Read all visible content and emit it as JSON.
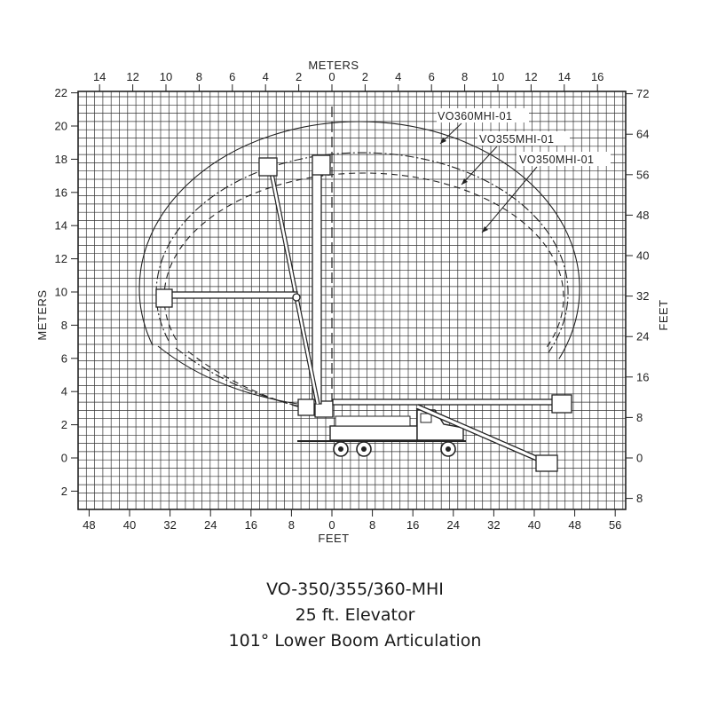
{
  "axes": {
    "top_title": "METERS",
    "bottom_title": "FEET",
    "left_title": "METERS",
    "right_title": "FEET",
    "top_ticks": [
      "14",
      "12",
      "10",
      "8",
      "6",
      "4",
      "2",
      "0",
      "2",
      "4",
      "6",
      "8",
      "10",
      "12",
      "14",
      "16"
    ],
    "top_tick_values_m": [
      -14,
      -12,
      -10,
      -8,
      -6,
      -4,
      -2,
      0,
      2,
      4,
      6,
      8,
      10,
      12,
      14,
      16
    ],
    "bottom_ticks": [
      "48",
      "40",
      "32",
      "24",
      "16",
      "8",
      "0",
      "8",
      "16",
      "24",
      "32",
      "40",
      "48",
      "56"
    ],
    "bottom_tick_values_ft": [
      -48,
      -40,
      -32,
      -24,
      -16,
      -8,
      0,
      8,
      16,
      24,
      32,
      40,
      48,
      56
    ],
    "left_ticks": [
      "22",
      "20",
      "18",
      "16",
      "14",
      "12",
      "10",
      "8",
      "6",
      "4",
      "2",
      "0",
      "2"
    ],
    "left_tick_values_m": [
      22,
      20,
      18,
      16,
      14,
      12,
      10,
      8,
      6,
      4,
      2,
      0,
      -2
    ],
    "right_ticks": [
      "72",
      "64",
      "56",
      "48",
      "40",
      "32",
      "24",
      "16",
      "8",
      "0",
      "8"
    ],
    "right_tick_values_ft": [
      72,
      64,
      56,
      48,
      40,
      32,
      24,
      16,
      8,
      0,
      -8
    ],
    "x_range_m": [
      -15.5,
      17.5
    ],
    "y_range_m": [
      -3,
      22
    ]
  },
  "envelopes": [
    {
      "label": "VO360MHI-01",
      "style": "solid"
    },
    {
      "label": "VO355MHI-01",
      "style": "dash-dot"
    },
    {
      "label": "VO350MHI-01",
      "style": "dashed"
    }
  ],
  "caption": {
    "line1": "VO-350/355/360-MHI",
    "line2": "25 ft. Elevator",
    "line3": "101° Lower Boom Articulation"
  },
  "colors": {
    "ink": "#222222",
    "background": "#ffffff"
  }
}
